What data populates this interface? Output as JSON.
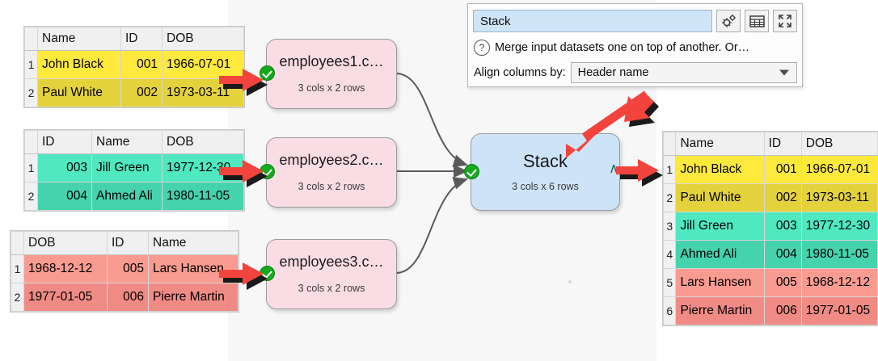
{
  "app": {
    "background": "#ffffff",
    "canvas_background": "#f7f7f7"
  },
  "colors": {
    "yellow_a": "#ffe93c",
    "yellow_b": "#e4d23c",
    "green_a": "#4fe8c0",
    "green_b": "#45d3ad",
    "red_a": "#f99b91",
    "red_b": "#ef8b84",
    "node_pink": "#fadce4",
    "node_blue": "#cde3f7",
    "annotation_red": "#f2443c",
    "status_green": "#16a81f"
  },
  "input_tables": [
    {
      "name": "employees1-table",
      "columns": [
        "Name",
        "ID",
        "DOB"
      ],
      "aligns": [
        "txt",
        "num",
        "txt"
      ],
      "rows": [
        {
          "index": "1",
          "cells": [
            "John Black",
            "001",
            "1966-07-01"
          ],
          "color": "y1"
        },
        {
          "index": "2",
          "cells": [
            "Paul White",
            "002",
            "1973-03-11"
          ],
          "color": "y2"
        }
      ]
    },
    {
      "name": "employees2-table",
      "columns": [
        "ID",
        "Name",
        "DOB"
      ],
      "aligns": [
        "num",
        "txt",
        "txt"
      ],
      "rows": [
        {
          "index": "1",
          "cells": [
            "003",
            "Jill Green",
            "1977-12-30"
          ],
          "color": "g1"
        },
        {
          "index": "2",
          "cells": [
            "004",
            "Ahmed Ali",
            "1980-11-05"
          ],
          "color": "g2"
        }
      ]
    },
    {
      "name": "employees3-table",
      "columns": [
        "DOB",
        "ID",
        "Name"
      ],
      "aligns": [
        "txt",
        "num",
        "txt"
      ],
      "rows": [
        {
          "index": "1",
          "cells": [
            "1968-12-12",
            "005",
            "Lars Hansen"
          ],
          "color": "r1"
        },
        {
          "index": "2",
          "cells": [
            "1977-01-05",
            "006",
            "Pierre Martin"
          ],
          "color": "r2"
        }
      ]
    }
  ],
  "output_table": {
    "name": "stack-output-table",
    "columns": [
      "Name",
      "ID",
      "DOB"
    ],
    "aligns": [
      "txt",
      "num",
      "txt"
    ],
    "rows": [
      {
        "index": "1",
        "cells": [
          "John Black",
          "001",
          "1966-07-01"
        ],
        "color": "y1"
      },
      {
        "index": "2",
        "cells": [
          "Paul White",
          "002",
          "1973-03-11"
        ],
        "color": "y2"
      },
      {
        "index": "3",
        "cells": [
          "Jill Green",
          "003",
          "1977-12-30"
        ],
        "color": "g1"
      },
      {
        "index": "4",
        "cells": [
          "Ahmed Ali",
          "004",
          "1980-11-05"
        ],
        "color": "g2"
      },
      {
        "index": "5",
        "cells": [
          "Lars Hansen",
          "005",
          "1968-12-12"
        ],
        "color": "r1"
      },
      {
        "index": "6",
        "cells": [
          "Pierre Martin",
          "006",
          "1977-01-05"
        ],
        "color": "r2"
      }
    ]
  },
  "nodes": [
    {
      "id": "employees1",
      "title": "employees1.c…",
      "subtitle": "3 cols x 2 rows",
      "status": "ok"
    },
    {
      "id": "employees2",
      "title": "employees2.c…",
      "subtitle": "3 cols x 2 rows",
      "status": "ok"
    },
    {
      "id": "employees3",
      "title": "employees3.c…",
      "subtitle": "3 cols x 2 rows",
      "status": "ok"
    },
    {
      "id": "stack",
      "title": "Stack",
      "subtitle": "3 cols x 6 rows",
      "status": "ok",
      "output_marker": "∧"
    }
  ],
  "panel": {
    "name_value": "Stack",
    "description": "Merge input datasets one on top of another. Or…",
    "help_glyph": "?",
    "align_label": "Align columns by:",
    "align_value": "Header name",
    "buttons": [
      {
        "name": "gears-icon",
        "label": ""
      },
      {
        "name": "table-icon",
        "label": ""
      },
      {
        "name": "expand-icon",
        "label": ""
      }
    ]
  }
}
